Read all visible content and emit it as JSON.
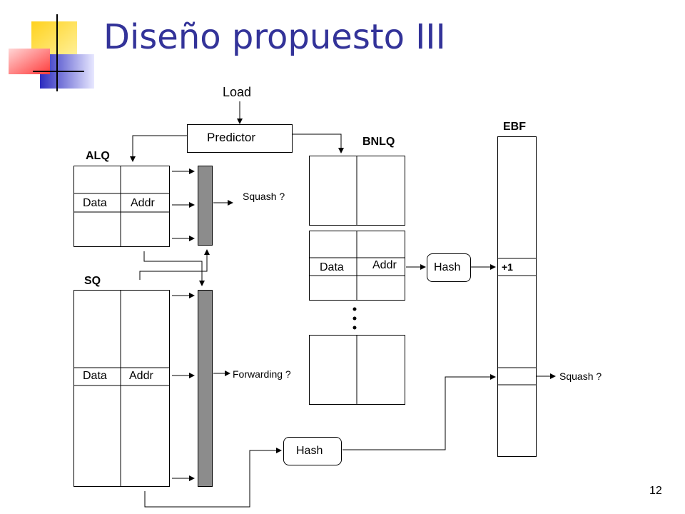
{
  "slide": {
    "title": "Diseño propuesto III",
    "page_number": "12"
  },
  "diagram": {
    "load_label": "Load",
    "predictor_label": "Predictor",
    "alq_label": "ALQ",
    "sq_label": "SQ",
    "bnlq_label": "BNLQ",
    "ebf_label": "EBF",
    "data_label": "Data",
    "addr_label": "Addr",
    "squash_label": "Squash ?",
    "forwarding_label": "Forwarding ?",
    "hash_label": "Hash",
    "plus_one_label": "+1",
    "colors": {
      "title": "#333399",
      "comparator_bar": "#8c8c8c",
      "logo_yellow": "#ffd21e",
      "logo_red": "#ff5050",
      "logo_blue": "#3333cc"
    }
  }
}
